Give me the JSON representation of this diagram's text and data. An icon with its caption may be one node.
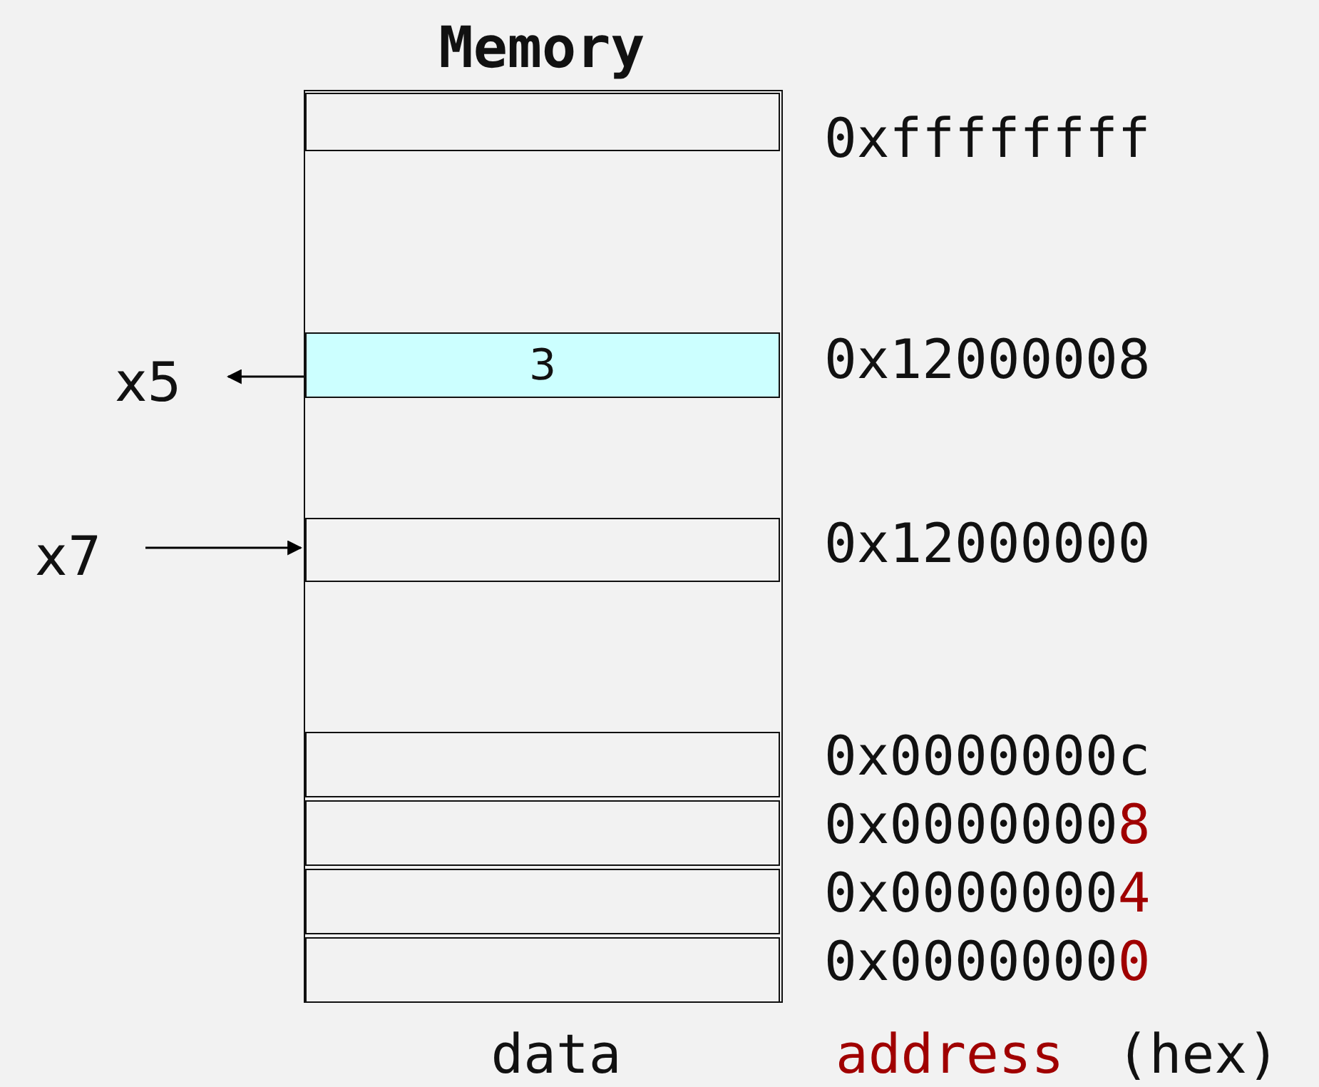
{
  "diagram": {
    "title": "Memory",
    "nodes": [
      {
        "text": [],
        "shape": "box",
        "beside": [
          "data"
        ]
      },
      {
        "text": [],
        "shape": "box",
        "in": 0,
        "beside": [
          "0xffffffff"
        ]
      },
      {
        "text": [
          "3"
        ],
        "in": 0,
        "beside": [
          "0x12000008"
        ]
      },
      {
        "text": [],
        "shape": "box",
        "in": 0,
        "beside": [
          "0x12000000"
        ]
      },
      {
        "text": [],
        "shape": "box",
        "in": 0,
        "beside": [
          "0x0000000c"
        ]
      },
      {
        "text": [],
        "shape": "box",
        "in": 0,
        "beside": [
          "0x00000008"
        ]
      },
      {
        "text": [],
        "shape": "box",
        "in": 0,
        "beside": [
          "0x00000004"
        ]
      },
      {
        "text": [],
        "shape": "box",
        "in": 0,
        "beside": [
          "0x00000000"
        ]
      },
      {
        "text": [
          "x5"
        ]
      },
      {
        "text": [
          "x7"
        ]
      }
    ],
    "edges": [
      {
        "from": 2,
        "to": 8,
        "arrow": "to"
      },
      {
        "from": 9,
        "to": 3,
        "arrow": "to"
      }
    ],
    "labels": [
      "address",
      "(hex)"
    ]
  }
}
